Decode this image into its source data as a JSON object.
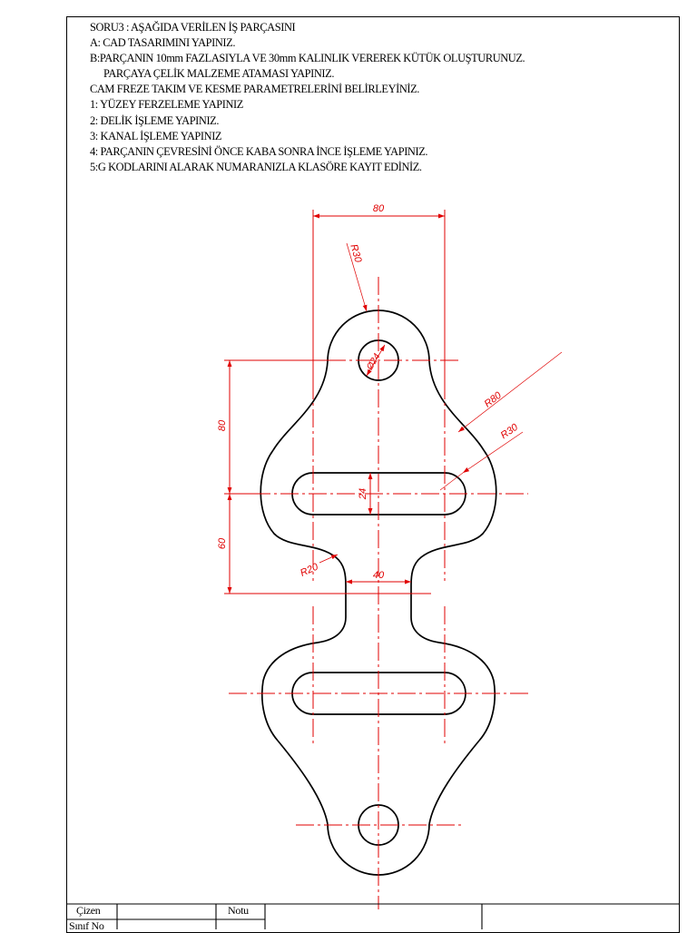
{
  "assignment": {
    "lines": [
      "SORU3 : AŞAĞIDA VERİLEN İŞ PARÇASINI",
      "A: CAD TASARIMINI YAPINIZ.",
      "B:PARÇANIN 10mm FAZLASIYLA VE 30mm KALINLIK VEREREK KÜTÜK OLUŞTURUNUZ.",
      "PARÇAYA ÇELİK MALZEME ATAMASI YAPINIZ.",
      "CAM FREZE TAKIM VE KESME PARAMETRELERİNİ BELİRLEYİNİZ.",
      "1: YÜZEY FERZELEME YAPINIZ",
      "2: DELİK İŞLEME YAPINIZ.",
      "3: KANAL İŞLEME YAPINIZ",
      "4: PARÇANIN ÇEVRESİNİ ÖNCE KABA SONRA İNCE İŞLEME YAPINIZ.",
      "5:G KODLARINI ALARAK NUMARANIZLA KLASÖRE KAYIT EDİNİZ."
    ]
  },
  "dimensions": {
    "top_width": "80",
    "top_arc_radius": "R30",
    "hole_diameter": "Ø24",
    "side_outer_radius": "R80",
    "side_lobe_radius": "R30",
    "upper_vertical": "80",
    "slot_width": "24",
    "lower_vertical": "60",
    "neck_fillet": "R20",
    "neck_width": "40"
  },
  "title_block": {
    "drawn_by_label": "Çizen",
    "grade_label": "Notu",
    "class_no_label": "Sınıf No"
  },
  "colors": {
    "outline": "#000000",
    "dimension": "#e00000"
  }
}
